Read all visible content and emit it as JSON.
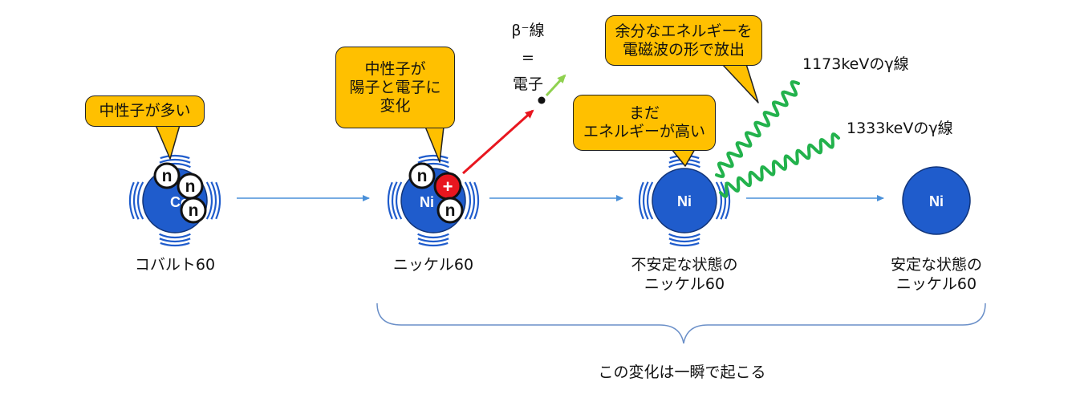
{
  "nuclei": [
    {
      "symbol": "Co",
      "caption": [
        "コバルト60"
      ]
    },
    {
      "symbol": "Ni",
      "caption": [
        "ニッケル60"
      ]
    },
    {
      "symbol": "Ni",
      "caption": [
        "不安定な状態の",
        "ニッケル60"
      ]
    },
    {
      "symbol": "Ni",
      "caption": [
        "安定な状態の",
        "ニッケル60"
      ]
    }
  ],
  "particles": {
    "neutron": "n",
    "proton": "+"
  },
  "callouts": {
    "many_neutrons": [
      "中性子が多い"
    ],
    "neutron_change": [
      "中性子が",
      "陽子と電子に",
      "変化"
    ],
    "still_high": [
      "まだ",
      "エネルギーが高い"
    ],
    "emit_energy": [
      "余分なエネルギーを",
      "電磁波の形で放出"
    ]
  },
  "beta": {
    "name": "β⁻線",
    "equals": "=",
    "electron": "電子"
  },
  "gamma": {
    "ray1": "1173keVのγ線",
    "ray2": "1333keVのγ線"
  },
  "footer": "この変化は一瞬で起こる",
  "colors": {
    "nucleus": "#1f5ccc",
    "nucleus_stroke": "#12357a",
    "shell": "#1f5ccc",
    "arrow": "#4a90d9",
    "proton": "#e8161f",
    "callout": "#ffc000",
    "gamma": "#22b24c",
    "beta_arrow": "#e8161f",
    "electron_arrow": "#8fd14f",
    "brace": "#6a8fc8"
  }
}
